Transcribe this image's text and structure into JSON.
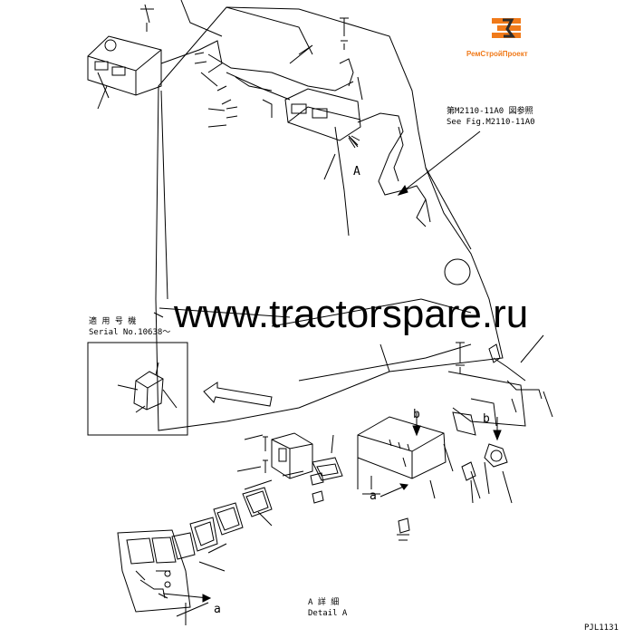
{
  "watermark": "www.tractorspare.ru",
  "logo": {
    "text": "РемСтройПроект",
    "colors": {
      "orange": "#f07a1a",
      "dark": "#2b2b2b"
    }
  },
  "references": {
    "fig_ref_jp": "第M2110-11A0 図参照",
    "fig_ref_en": "See Fig.M2110-11A0",
    "serial_jp": "適 用 号 機",
    "serial_en": "Serial No.10638～",
    "detail_jp": "A 詳 細",
    "detail_en": "Detail A",
    "drawing_no": "PJL1131"
  },
  "callouts": {
    "view_a": "A",
    "arrow_a_lower": "a",
    "arrow_a_bottom": "a",
    "arrow_b_left": "b",
    "arrow_b_right": "b"
  }
}
